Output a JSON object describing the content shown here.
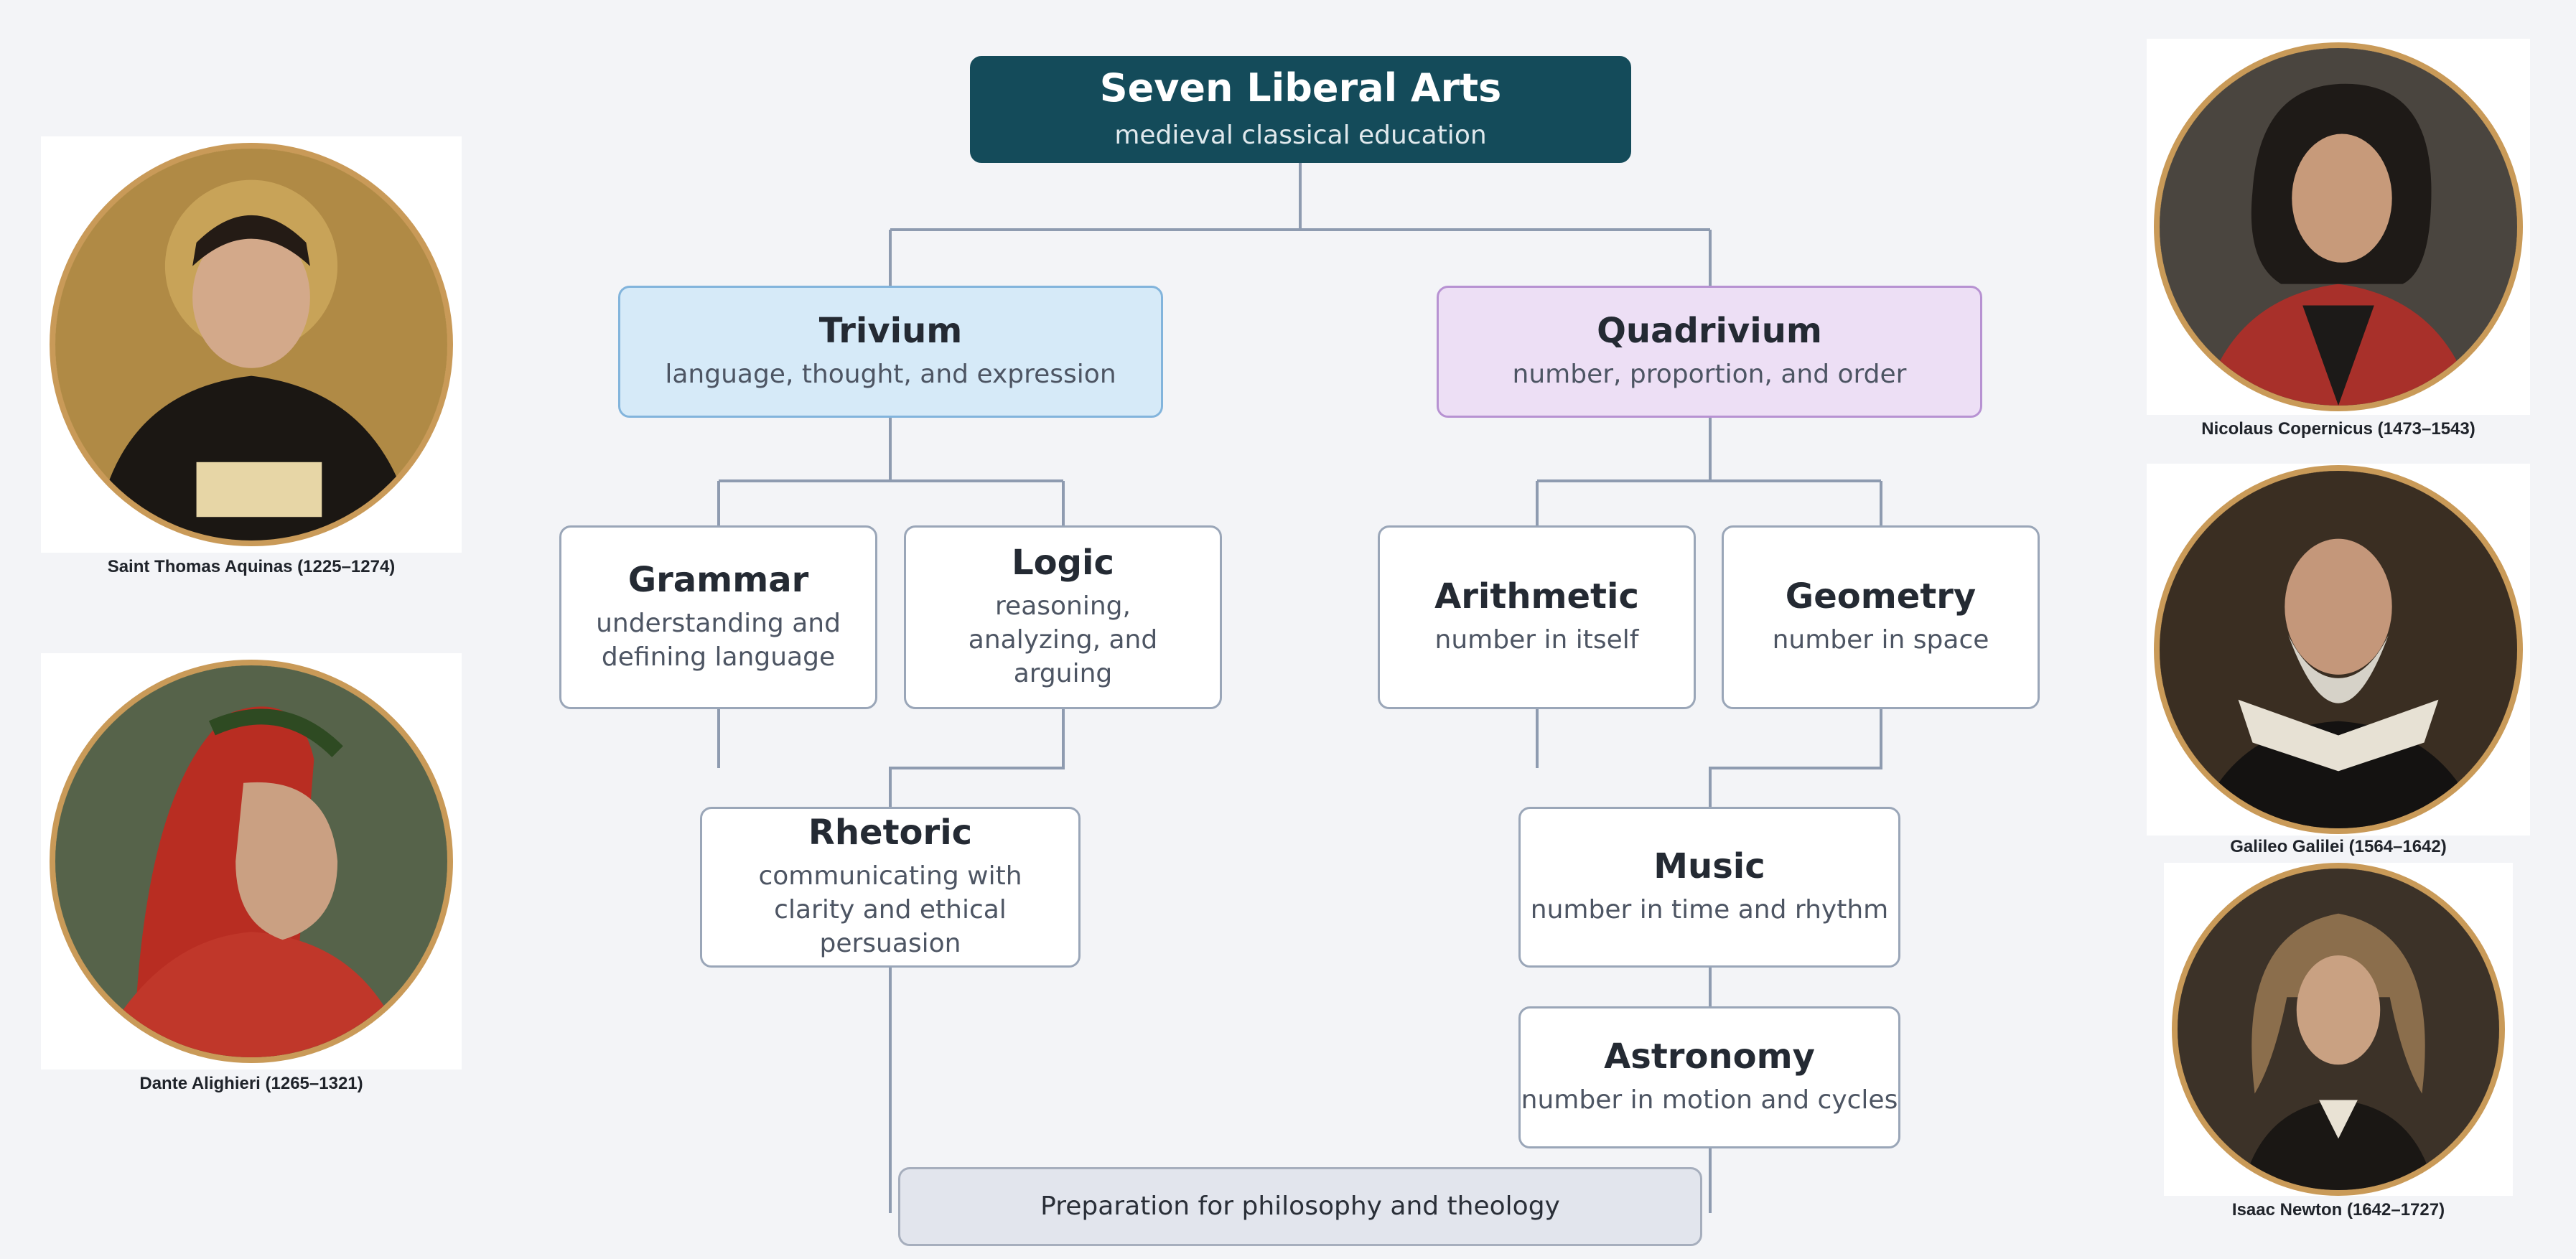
{
  "root": {
    "title": "Seven Liberal Arts",
    "subtitle": "medieval classical education"
  },
  "trivium": {
    "title": "Trivium",
    "subtitle": "language, thought, and expression"
  },
  "quadrivium": {
    "title": "Quadrivium",
    "subtitle": "number, proportion, and order"
  },
  "grammar": {
    "title": "Grammar",
    "subtitle": "understanding and defining language"
  },
  "logic": {
    "title": "Logic",
    "subtitle": "reasoning, analyzing, and arguing"
  },
  "rhetoric": {
    "title": "Rhetoric",
    "subtitle": "communicating with clarity and ethical persuasion"
  },
  "arithmetic": {
    "title": "Arithmetic",
    "subtitle": "number in itself"
  },
  "geometry": {
    "title": "Geometry",
    "subtitle": "number in space"
  },
  "music": {
    "title": "Music",
    "subtitle": "number in time and rhythm"
  },
  "astronomy": {
    "title": "Astronomy",
    "subtitle": "number in motion and cycles"
  },
  "footer": {
    "text": "Preparation for philosophy and theology"
  },
  "portraits": {
    "aquinas": {
      "caption": "Saint Thomas Aquinas (1225–1274)"
    },
    "dante": {
      "caption": "Dante Alighieri (1265–1321)"
    },
    "copernicus": {
      "caption": "Nicolaus Copernicus (1473–1543)"
    },
    "galileo": {
      "caption": "Galileo Galilei (1564–1642)"
    },
    "newton": {
      "caption": "Isaac Newton (1642–1727)"
    }
  },
  "colors": {
    "root_fill": "#144b5a",
    "trivium_fill": "#d6eaf8",
    "quadrivium_fill": "#eddff5",
    "connector": "#8e9bb0",
    "portrait_frame": "#c99a58"
  }
}
